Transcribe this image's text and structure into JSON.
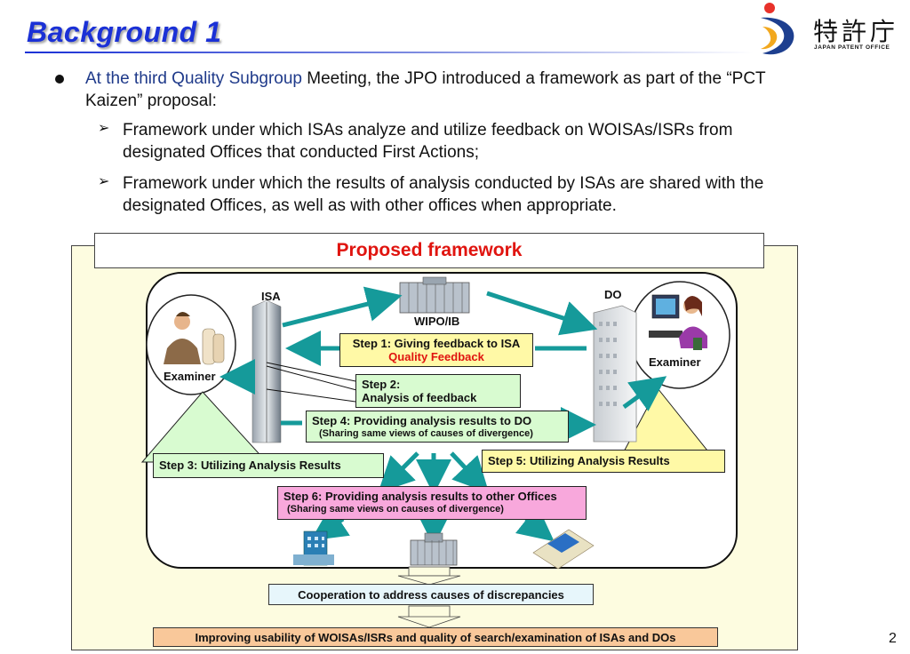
{
  "slide": {
    "title": "Background 1",
    "page_number": "2"
  },
  "logo": {
    "kanji": "特許庁",
    "subtitle": "JAPAN PATENT OFFICE"
  },
  "bullets": {
    "main_highlight": "At the third Quality Subgroup",
    "main_rest": " Meeting, the JPO introduced a framework as part of the “PCT Kaizen” proposal:",
    "sub1": "Framework under which ISAs analyze and utilize feedback on WOISAs/ISRs from designated Offices that conducted First Actions;",
    "sub2": "Framework under which the results of analysis conducted by ISAs are shared with the designated Offices, as well as with other offices when appropriate."
  },
  "diagram": {
    "title": "Proposed framework",
    "isa_label": "ISA",
    "do_label": "DO",
    "wipo_label": "WIPO/IB",
    "examiner_left": "Examiner",
    "examiner_right": "Examiner",
    "step1_line1": "Step 1: Giving feedback to ISA",
    "step1_line2": "Quality Feedback",
    "step2_line1": "Step 2:",
    "step2_line2": "Analysis of feedback",
    "step4_line1": "Step 4: Providing analysis results to DO",
    "step4_line2": "(Sharing same views of causes of divergence)",
    "step3": "Step 3: Utilizing Analysis Results",
    "step5": "Step 5: Utilizing Analysis Results",
    "step6_line1": "Step 6: Providing analysis results to other Offices",
    "step6_line2": "(Sharing same views on causes of divergence)",
    "cooperation": "Cooperation to address causes of discrepancies",
    "improving": "Improving usability of WOISAs/ISRs and quality of search/examination of ISAs and DOs"
  },
  "colors": {
    "title_blue": "#1b31d6",
    "arrow_teal": "#159a9a",
    "framework_red": "#e0140f",
    "highlight_navy": "#1f3a8a"
  },
  "icons": [
    "jpo-logo-icon",
    "bullet-dot-icon",
    "arrow-bullet-icon",
    "isa-building-icon",
    "do-building-icon",
    "wipo-building-icon",
    "examiner-man-icon",
    "examiner-woman-icon",
    "office-building-icon"
  ]
}
